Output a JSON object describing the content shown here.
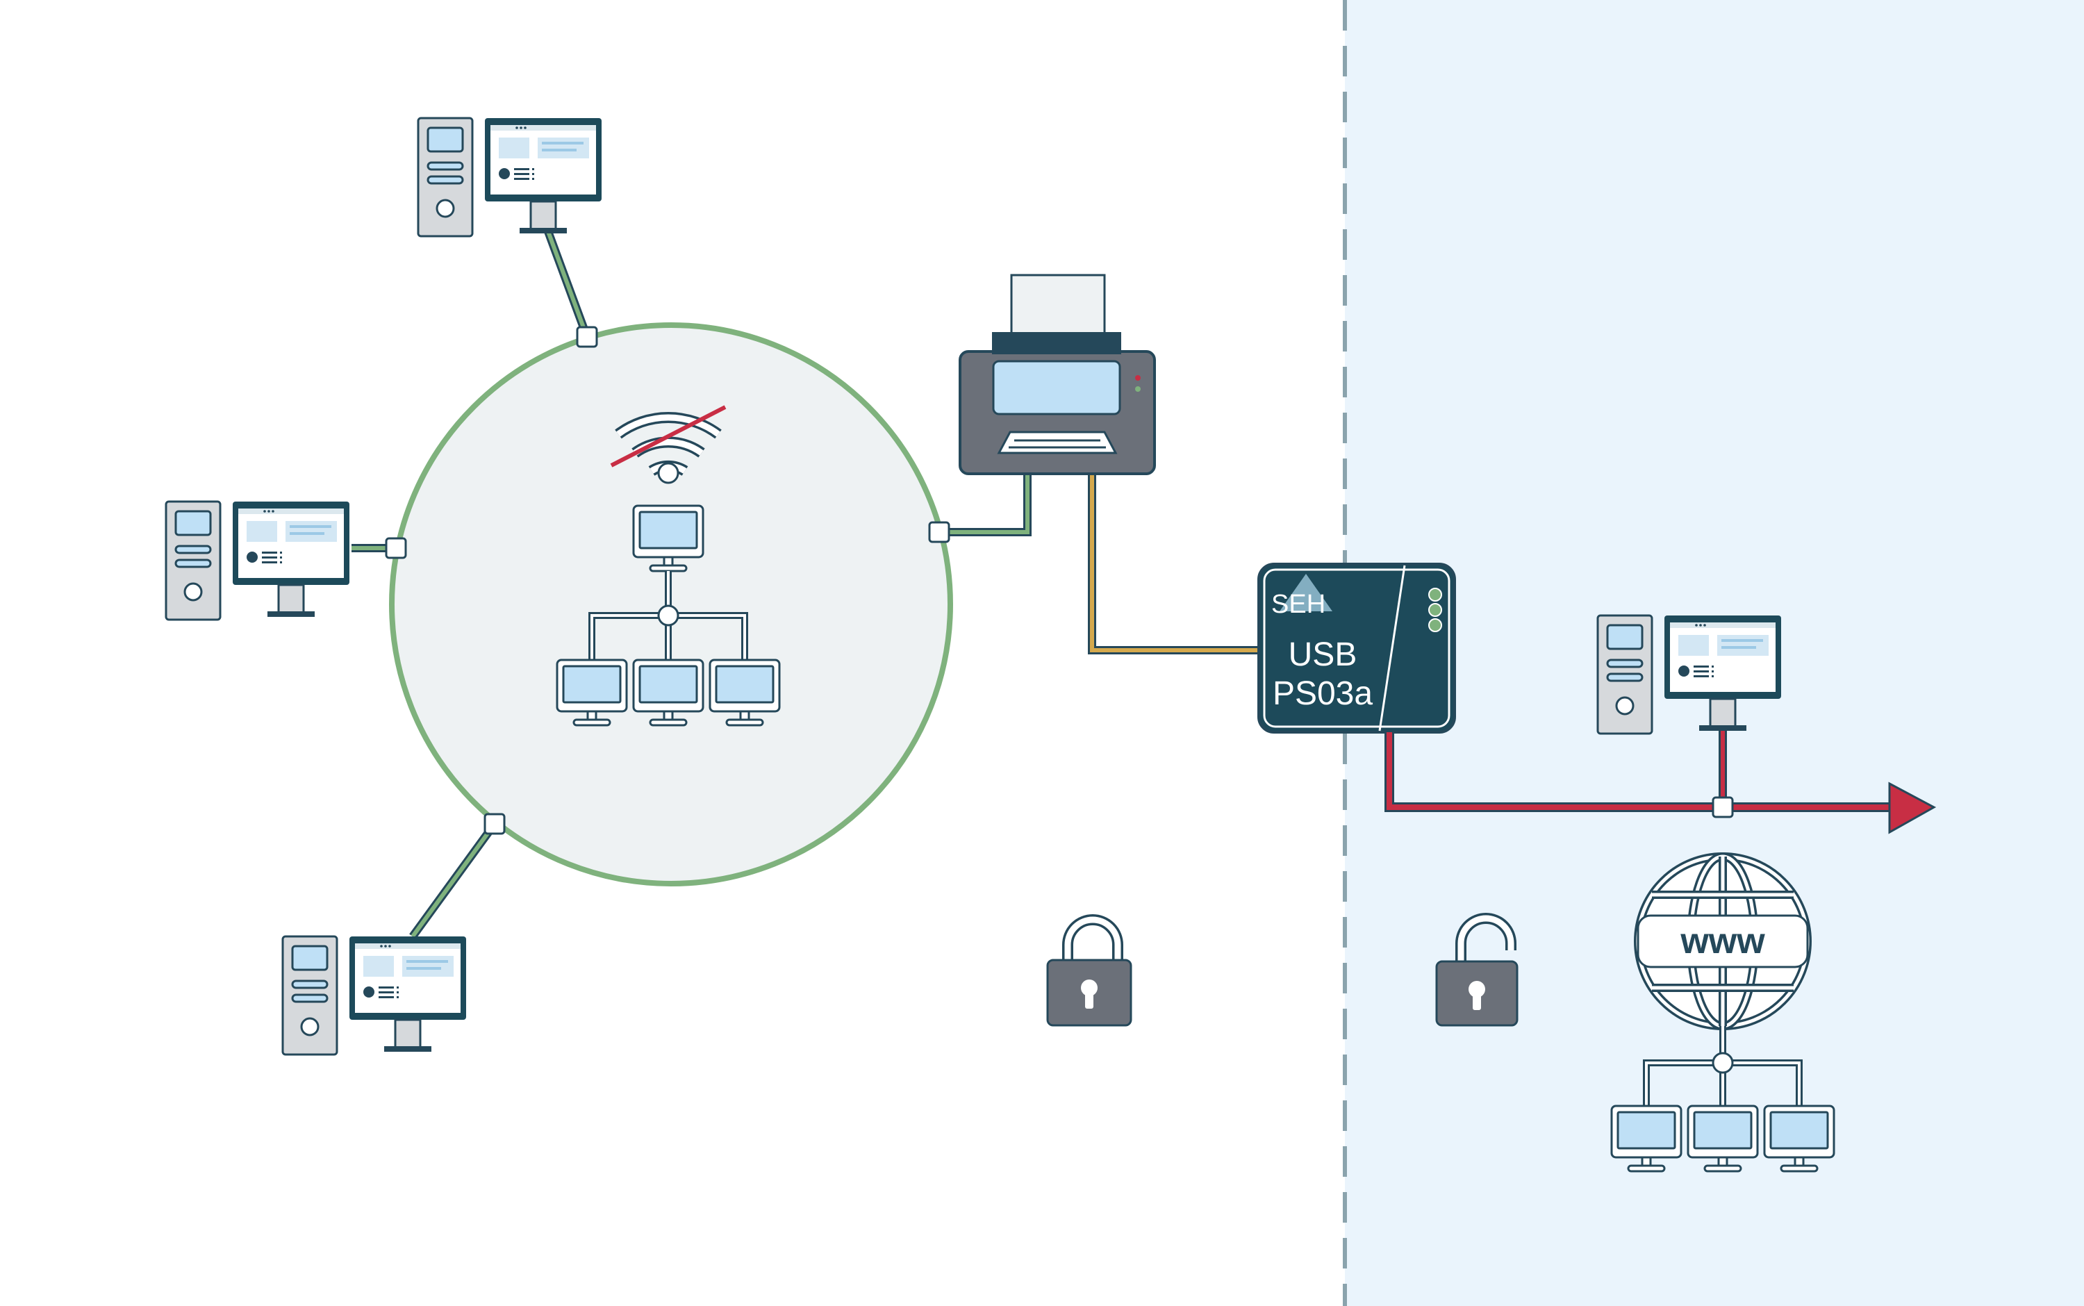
{
  "device": {
    "brand": "SEH",
    "model_line1": "USB",
    "model_line2": "PS03a"
  },
  "internet": {
    "label": "www"
  },
  "colors": {
    "background": "#ffffff",
    "external_zone": "#eaf4fc",
    "zone_divider": "#8aa3ad",
    "isolated_network_fill": "#eef2f3",
    "network_ring": "#7fb27d",
    "link_green": "#7fb27d",
    "link_usb": "#d5a94d",
    "link_external": "#c82e44",
    "device_dark": "#1d4a5a",
    "outline": "#25485a",
    "screen_light": "#bfe0f6",
    "lock_body": "#6b7079",
    "wifi_cross": "#c82e44"
  },
  "icons": [
    "desktop-computer-icon",
    "wifi-off-icon",
    "local-network-icon",
    "printer-icon",
    "print-server-icon",
    "padlock-closed-icon",
    "padlock-open-icon",
    "globe-www-icon",
    "arrow-right-icon"
  ]
}
